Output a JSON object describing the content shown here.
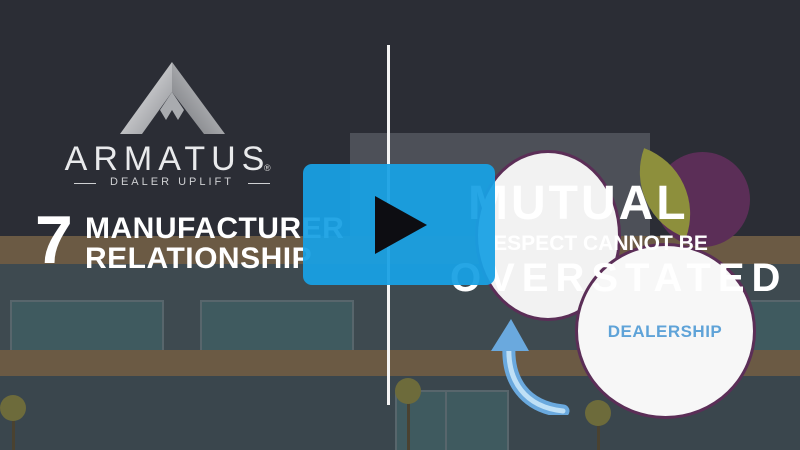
{
  "video": {
    "brand": {
      "name": "ARMATUS",
      "registered_mark": "®",
      "tagline": "DEALER UPLIFT"
    },
    "left_title": {
      "number": "7",
      "line1": "MANUFACTURER",
      "line2": "RELATIONSHIP"
    },
    "right_title": {
      "line1": "MUTUAL",
      "line2": "RESPECT CANNOT BE",
      "line3": "OVERSTATED"
    },
    "diagram": {
      "dealer_label": "DEALERSHIP"
    },
    "colors": {
      "play_button": "#18a0e3",
      "accent_purple": "#5b2e57",
      "dealer_text": "#5fa3d8"
    },
    "icons": {
      "play": "play-icon",
      "logo": "armatus-logo-icon",
      "cycle_arrow": "cycle-arrow-icon"
    }
  }
}
